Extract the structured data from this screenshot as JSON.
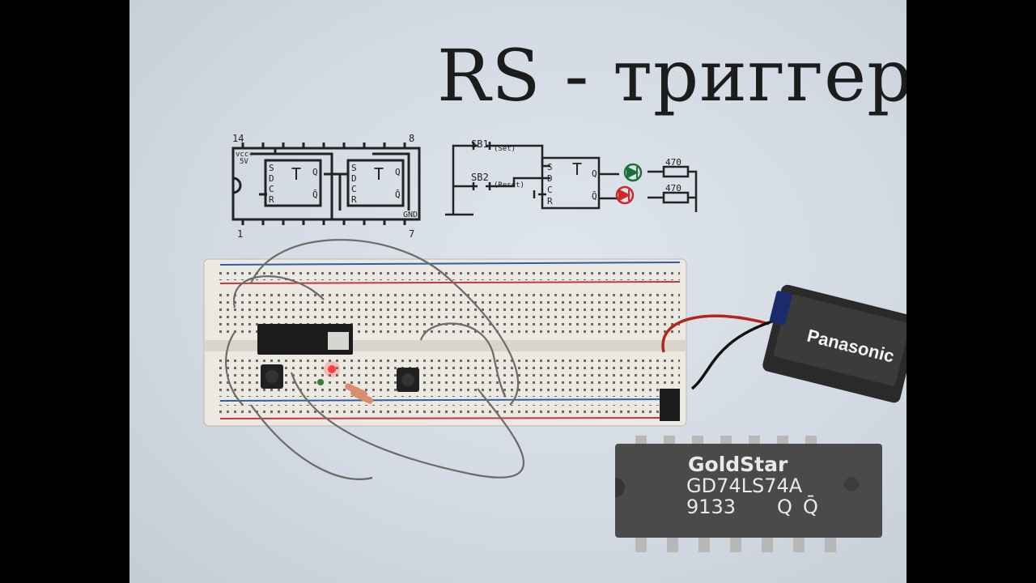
{
  "photo": {
    "title": "RS - триггер",
    "schematic_left": {
      "pin_top_left": "14",
      "pin_top_right": "8",
      "pin_bottom_left": "1",
      "pin_bottom_right": "7",
      "vcc_label": "vcc+",
      "vcc_value": "5V",
      "gnd_label": "GND",
      "ff_inputs": [
        "S",
        "D",
        "C",
        "R"
      ],
      "ff_symbol": "T",
      "out_q": "Q",
      "out_qbar": "Q̄"
    },
    "schematic_right": {
      "sb1": "SB1",
      "sb1_note": "(Set)",
      "sb2": "SB2",
      "sb2_note": "(Reset)",
      "ff_inputs": [
        "S",
        "D",
        "C",
        "R"
      ],
      "ff_symbol": "T",
      "out_q": "Q",
      "out_qbar": "Q̄",
      "resistor_top": "470",
      "resistor_bottom": "470"
    },
    "chip": {
      "brand": "GoldStar",
      "part": "GD74LS74A",
      "date_code": "9133",
      "annotation_q": "Q",
      "annotation_qbar": "Q̄"
    },
    "battery": {
      "brand": "Panasonic"
    }
  }
}
